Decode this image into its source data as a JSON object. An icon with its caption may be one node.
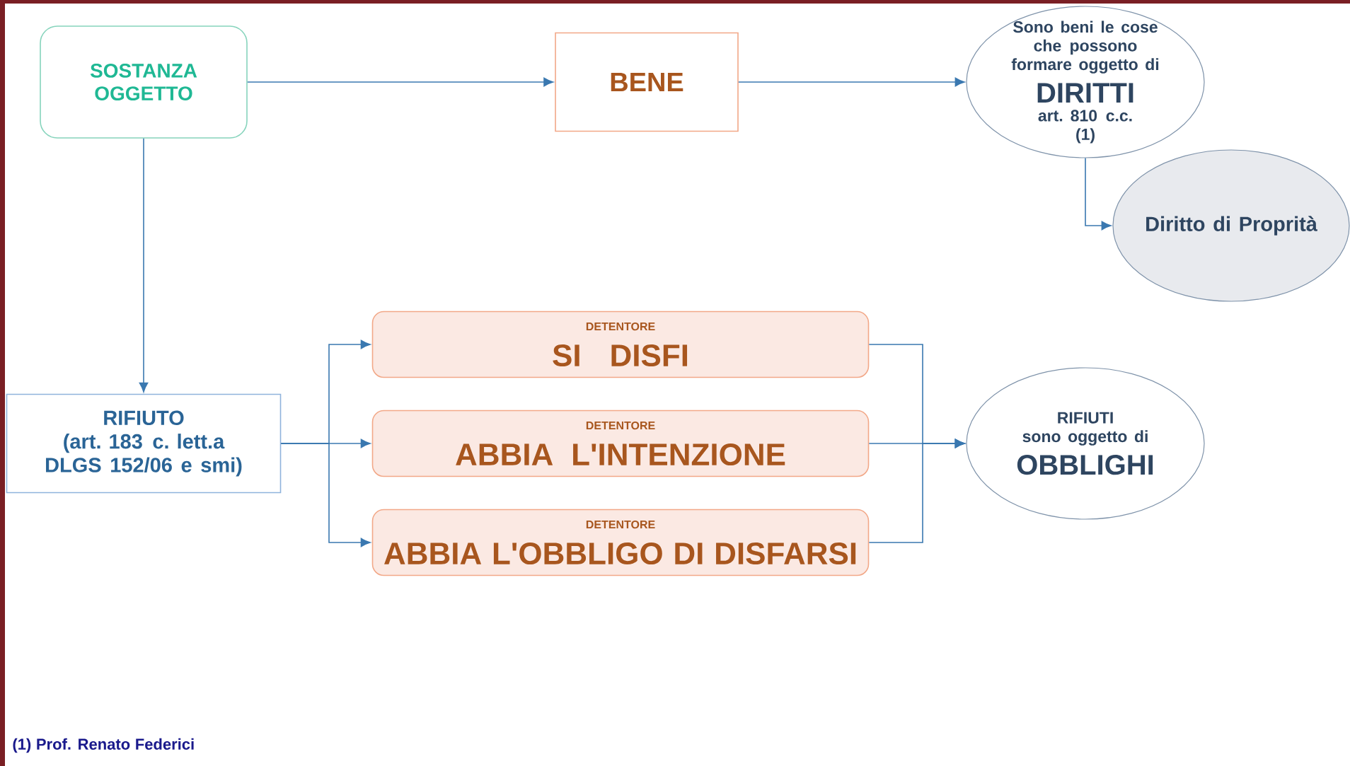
{
  "diagram": {
    "nodes": [
      {
        "text": [
          "SOSTANZA OGGETTO"
        ]
      },
      {
        "text": [
          "BENE"
        ]
      },
      {
        "text": [
          "Sono beni le cose che possono formare oggetto di",
          "DIRITTI",
          "art. 810 c.c.",
          "(1)"
        ]
      },
      {
        "text": [
          "Diritto di Proprità"
        ]
      },
      {
        "text": [
          "RIFIUTO",
          "(art. 183 c. lett.a DLGS 152/06 e smi)"
        ]
      },
      {
        "text": [
          "DETENTORE",
          "SI DISFI"
        ]
      },
      {
        "text": [
          "DETENTORE",
          "ABBIA L'INTENZIONE"
        ]
      },
      {
        "text": [
          "DETENTORE",
          "ABBIA L'OBBLIGO DI DISFARSI"
        ]
      },
      {
        "text": [
          "RIFIUTI",
          "sono oggetto di",
          "OBBLIGHI"
        ]
      }
    ],
    "edges": [
      {
        "from": 0,
        "to": 1,
        "arrow": "to"
      },
      {
        "from": 1,
        "to": 2,
        "arrow": "to"
      },
      {
        "from": 2,
        "to": 3,
        "arrow": "to"
      },
      {
        "from": 0,
        "to": 4,
        "arrow": "to"
      },
      {
        "from": 4,
        "to": 5,
        "arrow": "to"
      },
      {
        "from": 4,
        "to": 6,
        "arrow": "to"
      },
      {
        "from": 4,
        "to": 7,
        "arrow": "to"
      },
      {
        "from": 5,
        "to": 8,
        "arrow": "to"
      },
      {
        "from": 6,
        "to": 8,
        "arrow": "to"
      },
      {
        "from": 7,
        "to": 8,
        "arrow": "to"
      }
    ],
    "labels": [
      "(1) Prof. Renato Federici"
    ]
  }
}
